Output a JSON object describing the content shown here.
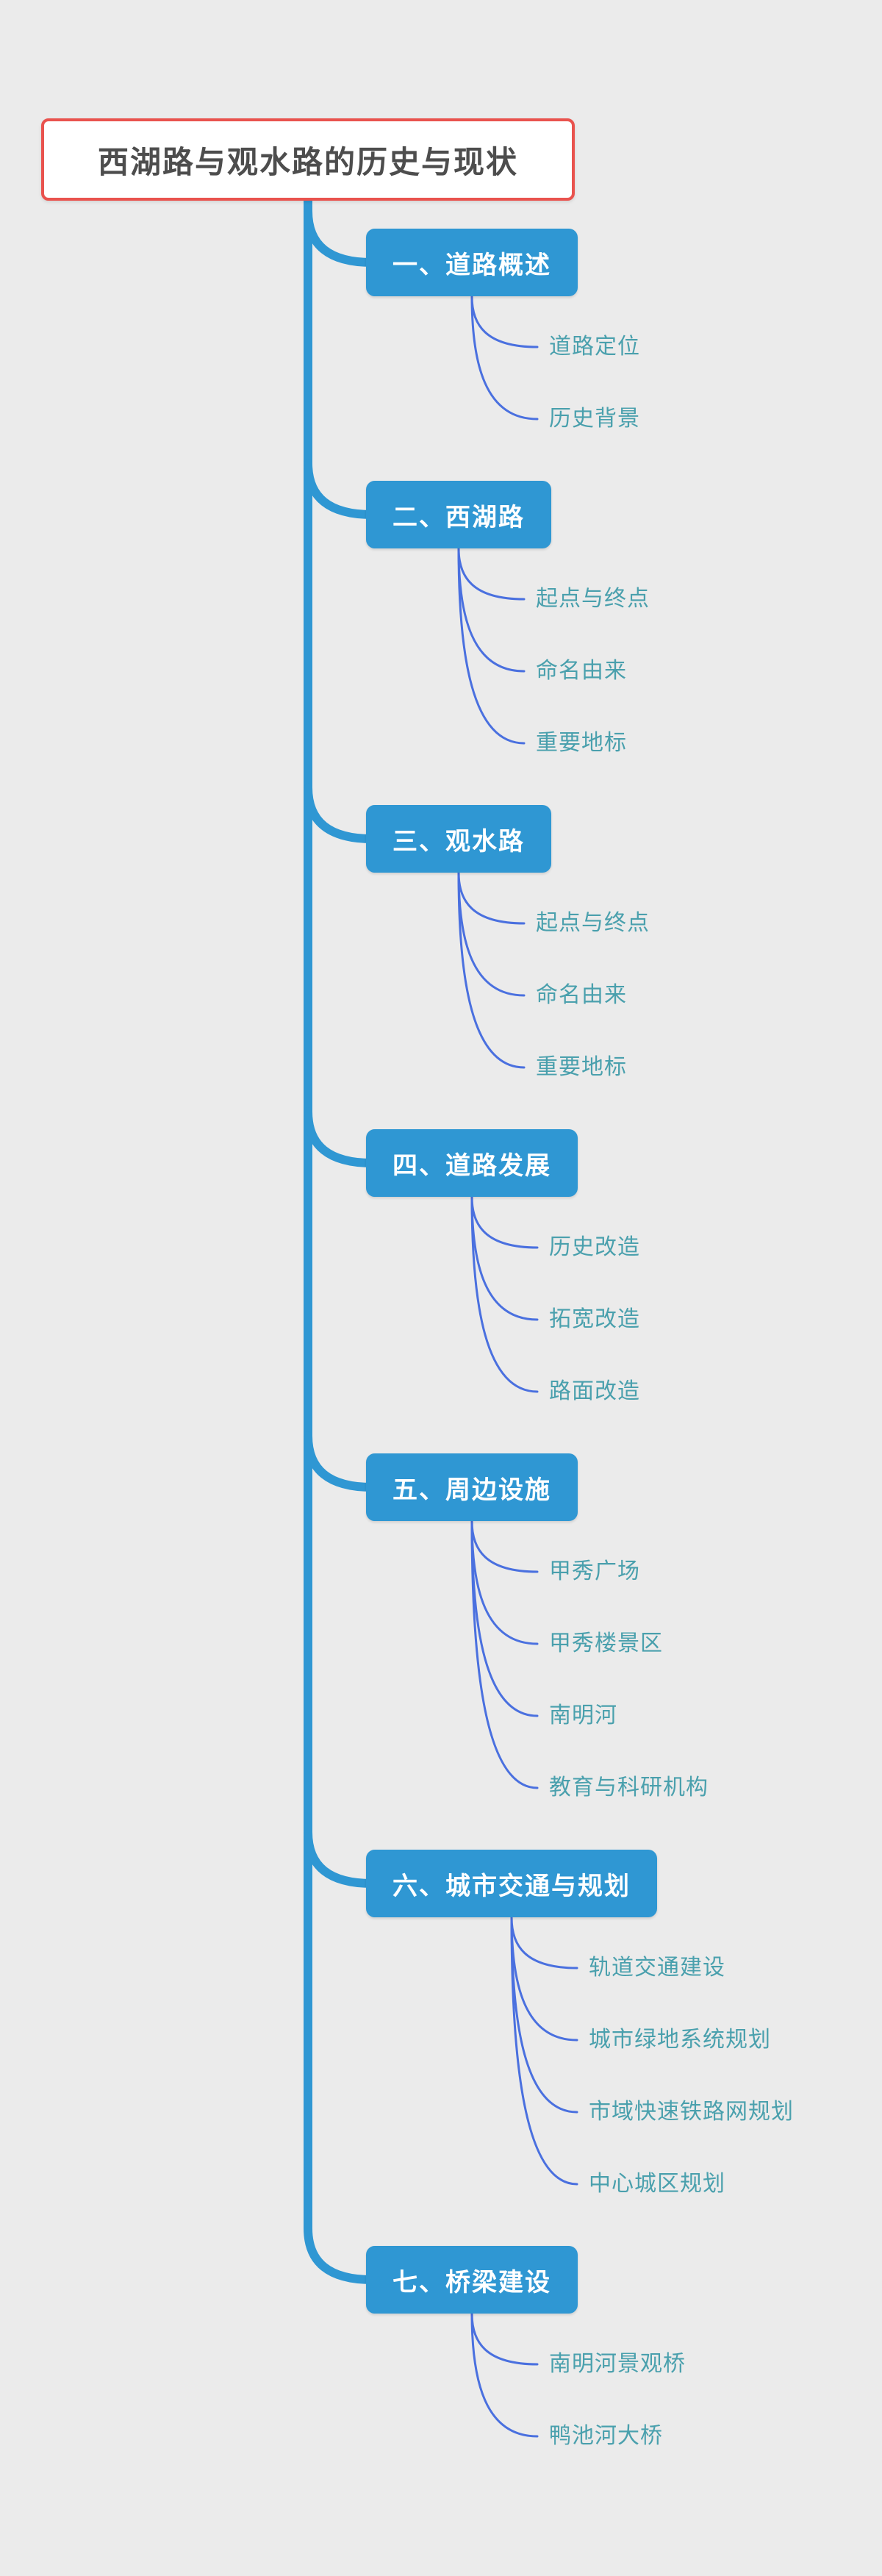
{
  "root": {
    "title": "西湖路与观水路的历史与现状"
  },
  "sections": [
    {
      "label": "一、道路概述",
      "children": [
        "道路定位",
        "历史背景"
      ]
    },
    {
      "label": "二、西湖路",
      "children": [
        "起点与终点",
        "命名由来",
        "重要地标"
      ]
    },
    {
      "label": "三、观水路",
      "children": [
        "起点与终点",
        "命名由来",
        "重要地标"
      ]
    },
    {
      "label": "四、道路发展",
      "children": [
        "历史改造",
        "拓宽改造",
        "路面改造"
      ]
    },
    {
      "label": "五、周边设施",
      "children": [
        "甲秀广场",
        "甲秀楼景区",
        "南明河",
        "教育与科研机构"
      ]
    },
    {
      "label": "六、城市交通与规划",
      "children": [
        "轨道交通建设",
        "城市绿地系统规划",
        "市域快速铁路网规划",
        "中心城区规划"
      ]
    },
    {
      "label": "七、桥梁建设",
      "children": [
        "南明河景观桥",
        "鸭池河大桥"
      ]
    }
  ],
  "colors": {
    "background": "#ebebeb",
    "node_blue": "#2f97d3",
    "connector_blue": "#4a70df",
    "child_teal": "#4aa0ad",
    "root_border_red": "#e9534e",
    "root_text": "#4d4d4d",
    "branch_text": "#ffffff"
  }
}
